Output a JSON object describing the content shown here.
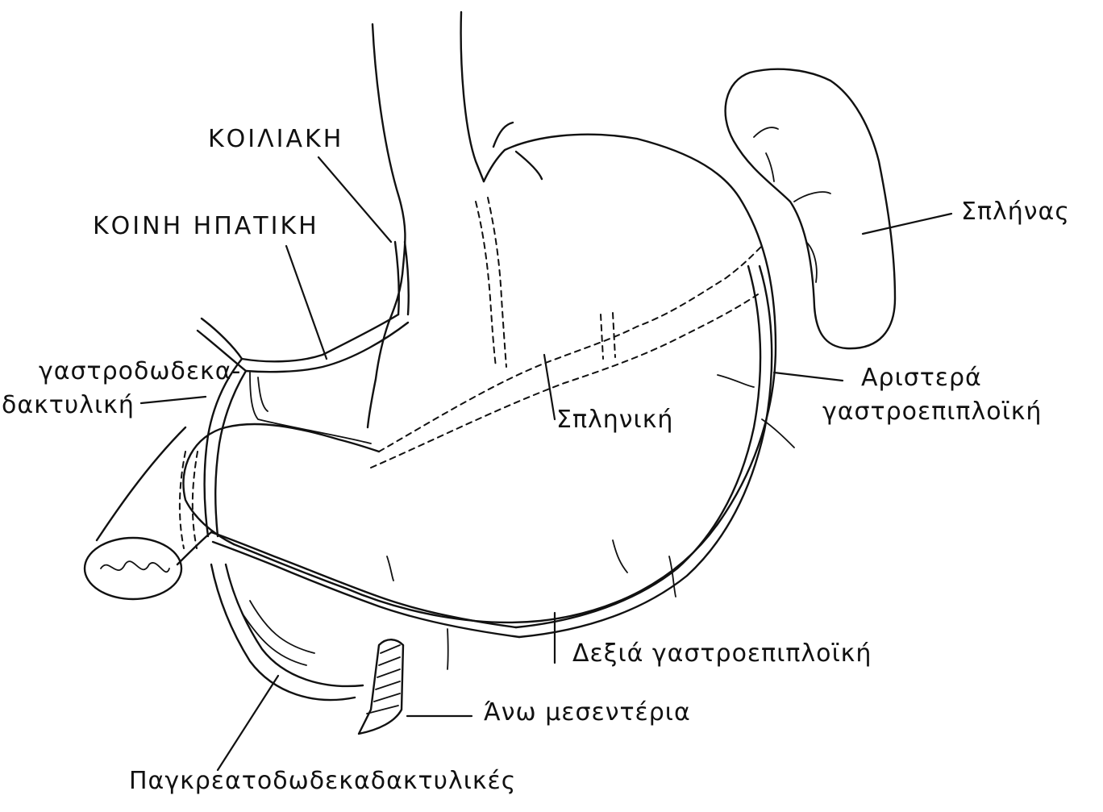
{
  "labels": {
    "koiliaki": "ΚΟΙΛΙΑΚΗ",
    "koini_ipatiki": "ΚΟΙΝΗ ΗΠΑΤΙΚΗ",
    "gastroduodenal_line1": "γαστροδωδεκα-",
    "gastroduodenal_line2": "δακτυλική",
    "splinas": "Σπλήνας",
    "spliniki": "Σπληνική",
    "left_gastroepiploic_line1": "Αριστερά",
    "left_gastroepiploic_line2": "γαστροεπιπλοϊκή",
    "right_gastroepiploic": "Δεξιά γαστροεπιπλοϊκή",
    "ano_mesenteria": "Άνω μεσεντέρια",
    "pancreaticoduodenal": "Παγκρεατοδωδεκαδακτυλικές"
  }
}
